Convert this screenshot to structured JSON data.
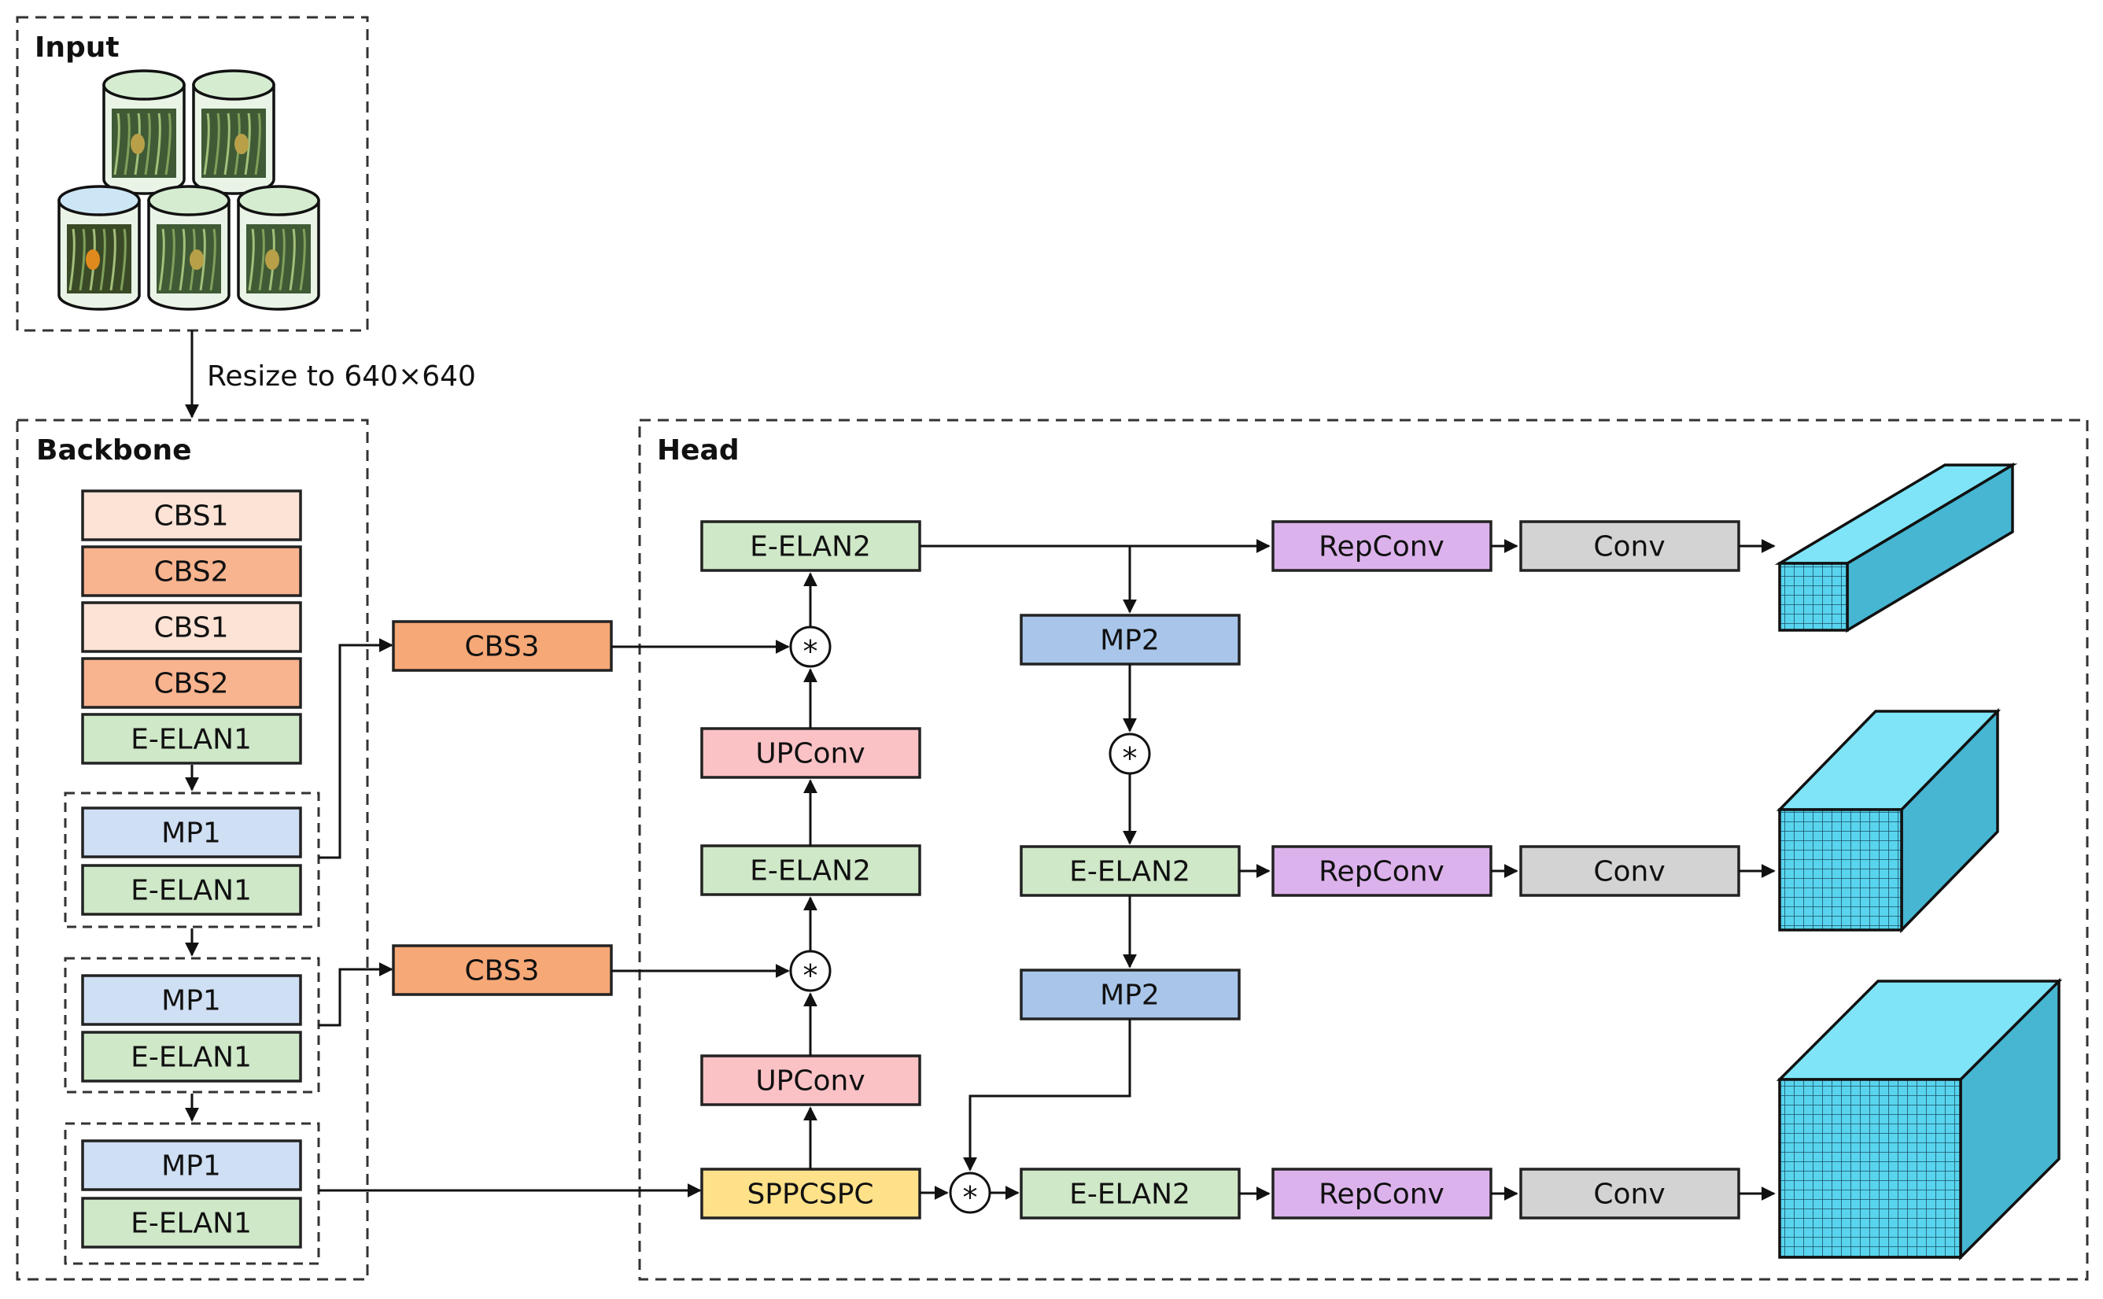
{
  "sections": {
    "input": "Input",
    "backbone": "Backbone",
    "head": "Head"
  },
  "annotations": {
    "resize": "Resize to 640×640"
  },
  "operator_symbol": "*",
  "backbone_blocks": [
    "CBS1",
    "CBS2",
    "CBS1",
    "CBS2",
    "E-ELAN1",
    "MP1",
    "E-ELAN1",
    "MP1",
    "E-ELAN1",
    "MP1",
    "E-ELAN1"
  ],
  "head_blocks": {
    "cbs3_top": "CBS3",
    "cbs3_mid": "CBS3",
    "eelan2_top": "E-ELAN2",
    "upconv_top": "UPConv",
    "eelan2_mid": "E-ELAN2",
    "upconv_bottom": "UPConv",
    "sppcspc": "SPPCSPC",
    "mp2_top": "MP2",
    "eelan2_right_mid": "E-ELAN2",
    "mp2_bottom": "MP2",
    "eelan2_right_bottom": "E-ELAN2",
    "repconv_1": "RepConv",
    "repconv_2": "RepConv",
    "repconv_3": "RepConv",
    "conv_1": "Conv",
    "conv_2": "Conv",
    "conv_3": "Conv"
  },
  "colors": {
    "cbs1": "#fde3d6",
    "cbs2": "#f8b48f",
    "cbs3": "#f7a877",
    "eelan": "#cfe8c8",
    "mp1": "#cfdff4",
    "mp2": "#a9c6ea",
    "upconv": "#fbc2c6",
    "sppcspc": "#ffe18a",
    "repconv": "#dcb2ec",
    "conv": "#d3d3d3",
    "cube_front": "#59d4ee",
    "cube_top": "#7fe4f7",
    "cube_side": "#46b6d2",
    "can_lid": "#d5ecd1",
    "can_lid_alt": "#cde6f5"
  }
}
